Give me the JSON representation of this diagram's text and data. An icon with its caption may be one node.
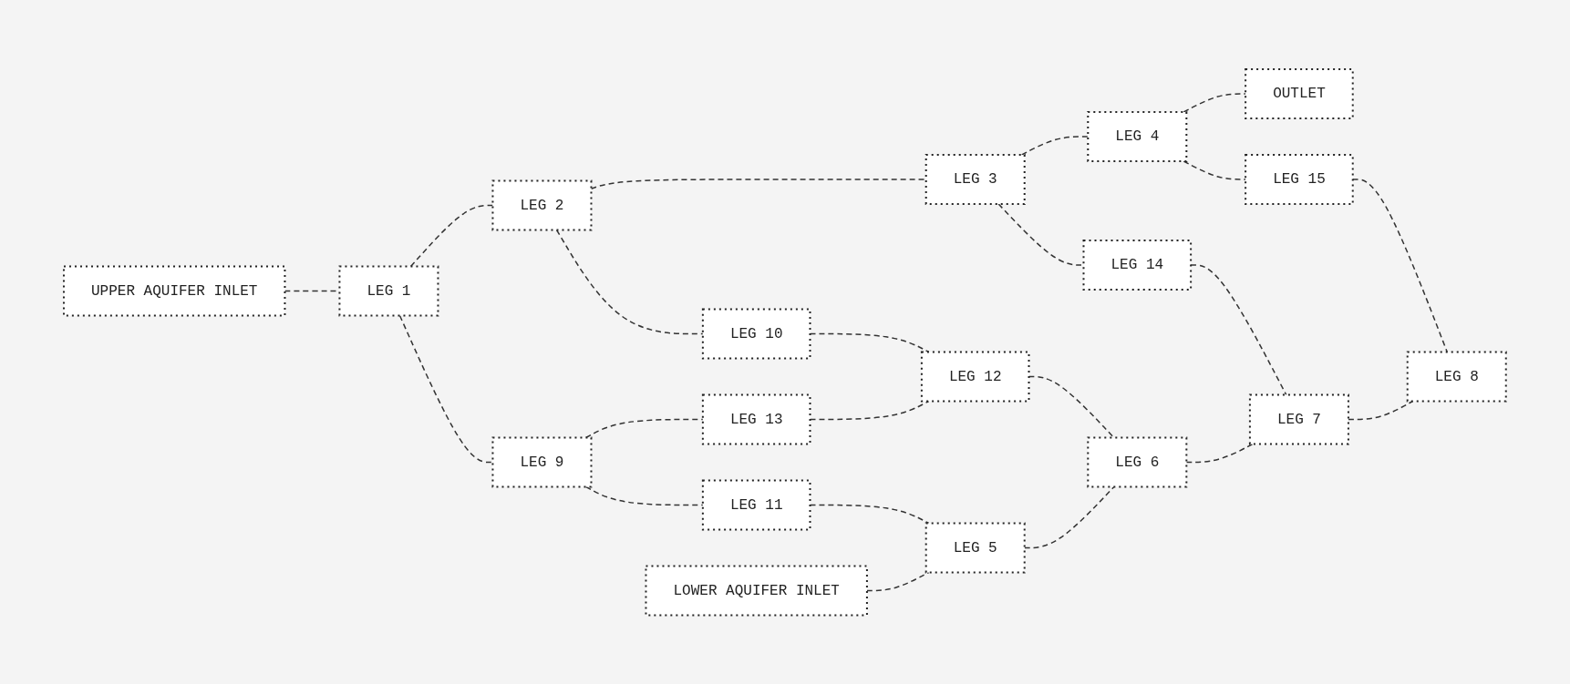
{
  "diagram": {
    "nodes": [
      {
        "text": [
          "UPPER AQUIFER INLET"
        ]
      },
      {
        "text": [
          "LEG 1"
        ]
      },
      {
        "text": [
          "LEG 2"
        ]
      },
      {
        "text": [
          "LEG 3"
        ]
      },
      {
        "text": [
          "LEG 4"
        ]
      },
      {
        "text": [
          "OUTLET"
        ]
      },
      {
        "text": [
          "LEG 9"
        ]
      },
      {
        "text": [
          "LEG 10"
        ]
      },
      {
        "text": [
          "LEG 13"
        ]
      },
      {
        "text": [
          "LEG 14"
        ]
      },
      {
        "text": [
          "LEG 15"
        ]
      },
      {
        "text": [
          "LEG 11"
        ]
      },
      {
        "text": [
          "LEG 12"
        ]
      },
      {
        "text": [
          "LOWER AQUIFER INLET"
        ]
      },
      {
        "text": [
          "LEG 5"
        ]
      },
      {
        "text": [
          "LEG 6"
        ]
      },
      {
        "text": [
          "LEG 7"
        ]
      },
      {
        "text": [
          "LEG 8"
        ]
      }
    ],
    "edges": [
      {
        "from": 0,
        "to": 1,
        "arrow": "none",
        "style": "dashed"
      },
      {
        "from": 1,
        "to": 2,
        "arrow": "none",
        "style": "dashed"
      },
      {
        "from": 2,
        "to": 3,
        "arrow": "none",
        "style": "dashed"
      },
      {
        "from": 3,
        "to": 4,
        "arrow": "none",
        "style": "dashed"
      },
      {
        "from": 4,
        "to": 5,
        "arrow": "none",
        "style": "dashed"
      },
      {
        "from": 1,
        "to": 6,
        "arrow": "none",
        "style": "dashed"
      },
      {
        "from": 2,
        "to": 7,
        "arrow": "none",
        "style": "dashed"
      },
      {
        "from": 3,
        "to": 9,
        "arrow": "none",
        "style": "dashed"
      },
      {
        "from": 4,
        "to": 10,
        "arrow": "none",
        "style": "dashed"
      },
      {
        "from": 6,
        "to": 11,
        "arrow": "none",
        "style": "dashed"
      },
      {
        "from": 6,
        "to": 8,
        "arrow": "none",
        "style": "dashed"
      },
      {
        "from": 8,
        "to": 12,
        "arrow": "none",
        "style": "dashed"
      },
      {
        "from": 7,
        "to": 12,
        "arrow": "none",
        "style": "dashed"
      },
      {
        "from": 13,
        "to": 14,
        "arrow": "none",
        "style": "dashed"
      },
      {
        "from": 14,
        "to": 15,
        "arrow": "none",
        "style": "dashed"
      },
      {
        "from": 15,
        "to": 16,
        "arrow": "none",
        "style": "dashed"
      },
      {
        "from": 16,
        "to": 17,
        "arrow": "none",
        "style": "dashed"
      },
      {
        "from": 11,
        "to": 14,
        "arrow": "none",
        "style": "dashed"
      },
      {
        "from": 12,
        "to": 15,
        "arrow": "none",
        "style": "dashed"
      },
      {
        "from": 9,
        "to": 16,
        "arrow": "none",
        "style": "dashed"
      },
      {
        "from": 10,
        "to": 17,
        "arrow": "none",
        "style": "dashed"
      }
    ]
  }
}
